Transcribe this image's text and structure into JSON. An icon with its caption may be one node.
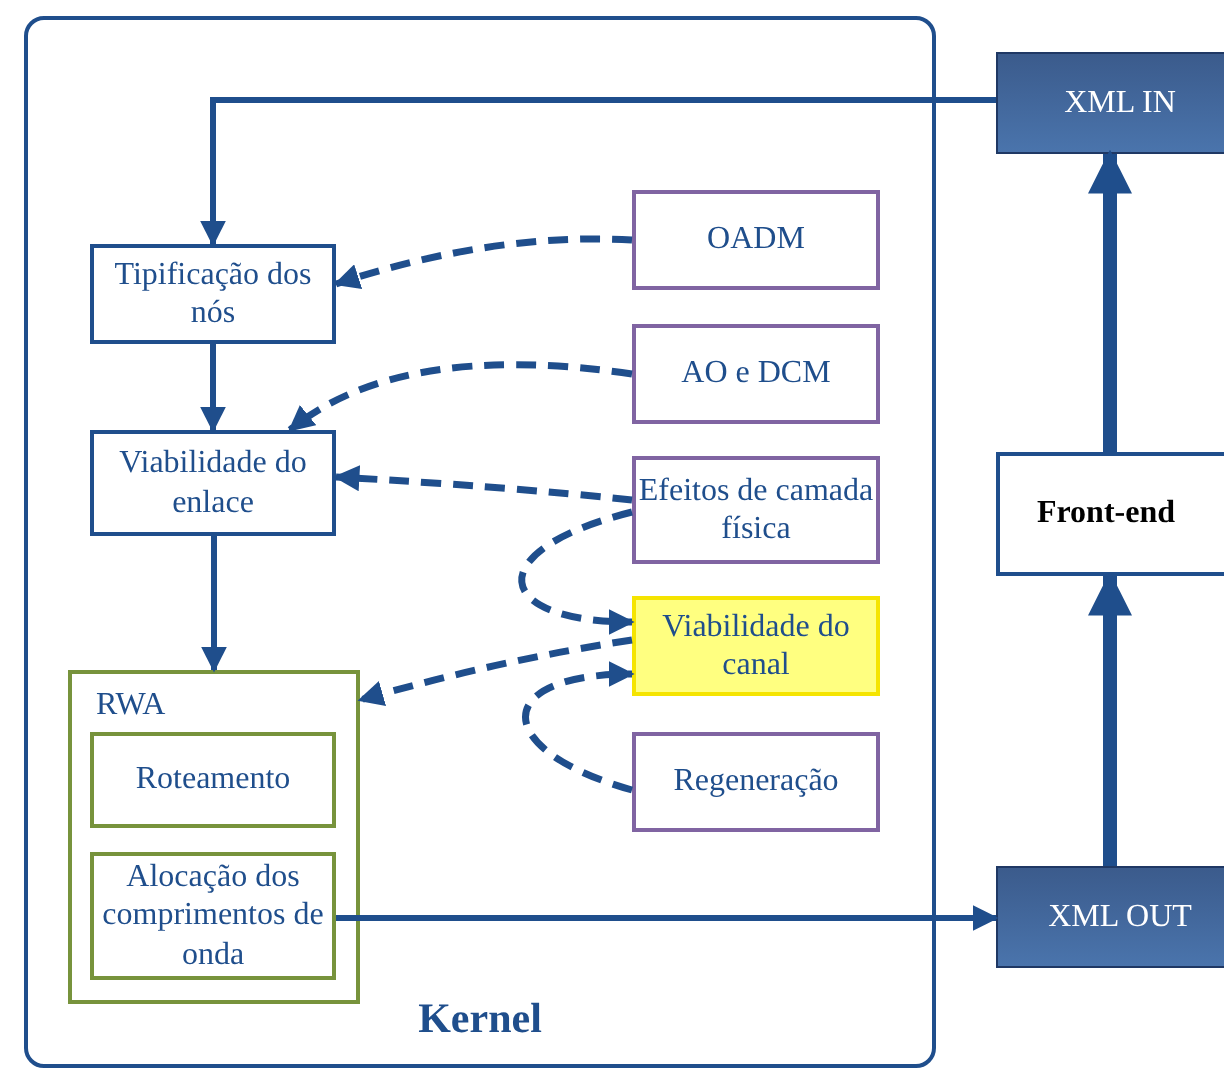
{
  "diagram": {
    "nodes": [
      {
        "text": [
          "Kernel"
        ]
      },
      {
        "text": [
          "Tipificação dos nós"
        ],
        "in": 0
      },
      {
        "text": [
          "Viabilidade do enlace"
        ],
        "in": 0
      },
      {
        "text": [
          "RWA"
        ],
        "in": 0
      },
      {
        "text": [
          "Roteamento"
        ],
        "in": 3
      },
      {
        "text": [
          "Alocação dos comprimentos de onda"
        ],
        "in": 3
      },
      {
        "text": [
          "OADM"
        ],
        "in": 0
      },
      {
        "text": [
          "AO e DCM"
        ],
        "in": 0
      },
      {
        "text": [
          "Efeitos de camada física"
        ],
        "in": 0
      },
      {
        "text": [
          "Viabilidade do canal"
        ],
        "in": 0
      },
      {
        "text": [
          "Regeneração"
        ],
        "in": 0
      },
      {
        "text": [
          "XML IN"
        ]
      },
      {
        "text": [
          "Front-end"
        ]
      },
      {
        "text": [
          "XML OUT"
        ]
      }
    ],
    "edges": [
      {
        "from": 11,
        "to": 1,
        "arrow": "to"
      },
      {
        "from": 1,
        "to": 2,
        "arrow": "to"
      },
      {
        "from": 2,
        "to": 3,
        "arrow": "to"
      },
      {
        "from": 6,
        "to": 1,
        "arrow": "to",
        "style": "dashed"
      },
      {
        "from": 7,
        "to": 2,
        "arrow": "to",
        "style": "dashed"
      },
      {
        "from": 8,
        "to": 2,
        "arrow": "to",
        "style": "dashed"
      },
      {
        "from": 8,
        "to": 9,
        "arrow": "to",
        "style": "dashed"
      },
      {
        "from": 9,
        "to": 3,
        "arrow": "to",
        "style": "dashed"
      },
      {
        "from": 10,
        "to": 9,
        "arrow": "to",
        "style": "dashed"
      },
      {
        "from": 5,
        "to": 13,
        "arrow": "to"
      },
      {
        "from": 13,
        "to": 12,
        "arrow": "to",
        "style": "thick"
      },
      {
        "from": 12,
        "to": 11,
        "arrow": "to",
        "style": "thick"
      }
    ]
  }
}
